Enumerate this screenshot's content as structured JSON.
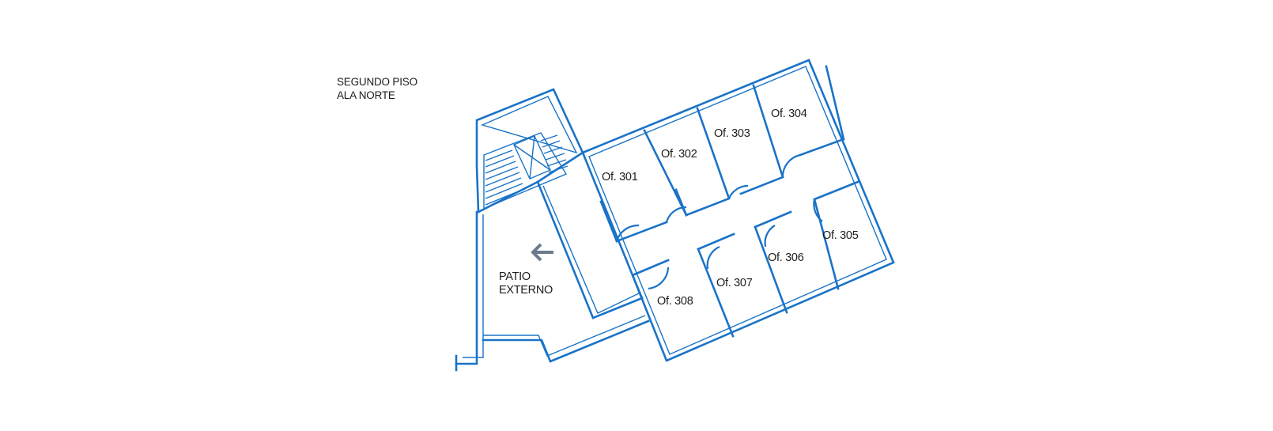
{
  "plan": {
    "title_line1": "SEGUNDO PISO",
    "title_line2": "ALA NORTE",
    "patio_line1": "PATIO",
    "patio_line2": "EXTERNO",
    "offices": [
      {
        "label": "Of. 301"
      },
      {
        "label": "Of. 302"
      },
      {
        "label": "Of. 303"
      },
      {
        "label": "Of. 304"
      },
      {
        "label": "Of. 305"
      },
      {
        "label": "Of. 306"
      },
      {
        "label": "Of. 307"
      },
      {
        "label": "Of. 308"
      }
    ],
    "colors": {
      "wall": "#1a73c7",
      "text": "#1d1d1b",
      "arrow": "#6b7b8c"
    },
    "icons": {
      "exit_arrow": "arrow-left-icon",
      "stairs": "stairs-icon",
      "elevator": "elevator-icon"
    }
  }
}
